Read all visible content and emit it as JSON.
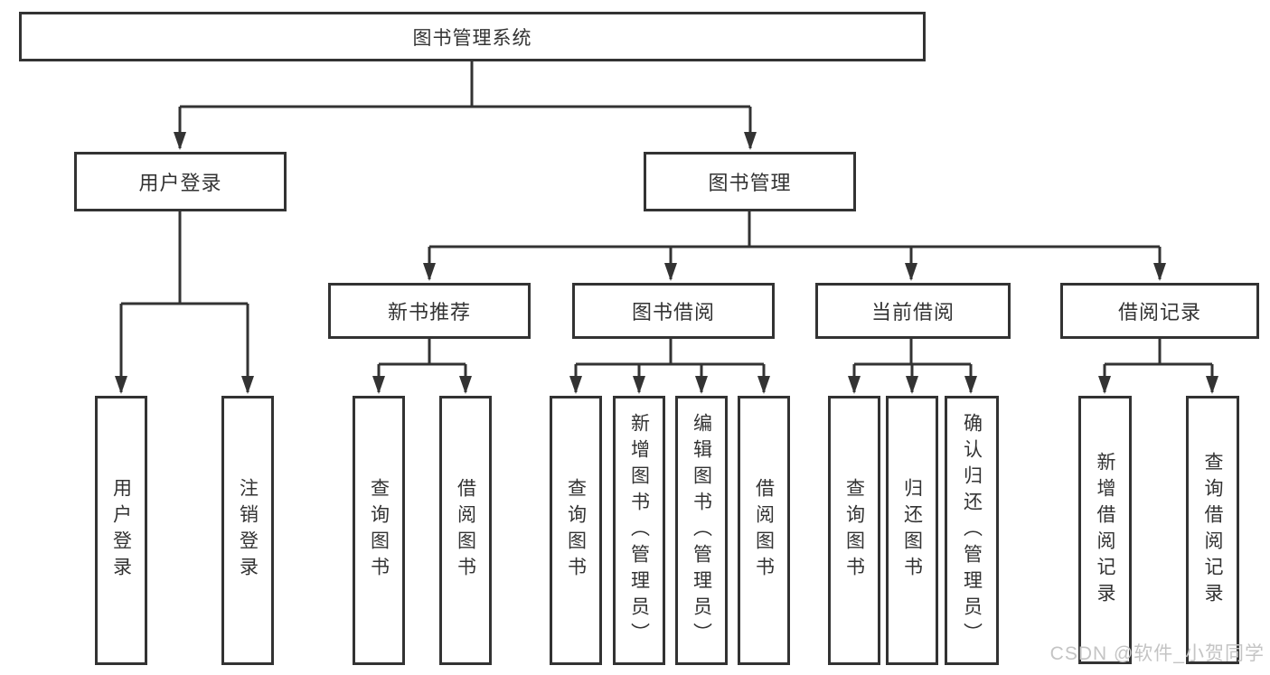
{
  "tree": {
    "root": {
      "label": "图书管理系统"
    },
    "branches": [
      {
        "label": "用户登录",
        "children": [
          {
            "label": "用户登录"
          },
          {
            "label": "注销登录"
          }
        ]
      },
      {
        "label": "图书管理",
        "children": [
          {
            "label": "新书推荐",
            "children": [
              {
                "label": "查询图书"
              },
              {
                "label": "借阅图书"
              }
            ]
          },
          {
            "label": "图书借阅",
            "children": [
              {
                "label": "查询图书"
              },
              {
                "label": "新增图书（管理员）"
              },
              {
                "label": "编辑图书（管理员）"
              },
              {
                "label": "借阅图书"
              }
            ]
          },
          {
            "label": "当前借阅",
            "children": [
              {
                "label": "查询图书"
              },
              {
                "label": "归还图书"
              },
              {
                "label": "确认归还（管理员）"
              }
            ]
          },
          {
            "label": "借阅记录",
            "children": [
              {
                "label": "新增借阅记录"
              },
              {
                "label": "查询借阅记录"
              }
            ]
          }
        ]
      }
    ]
  },
  "watermark": {
    "text": "CSDN @软件_小贺同学"
  },
  "colors": {
    "line": "#333333",
    "box_border": "#333333",
    "box_bg": "#ffffff",
    "text": "#333333",
    "watermark": "#c4c4c4"
  }
}
